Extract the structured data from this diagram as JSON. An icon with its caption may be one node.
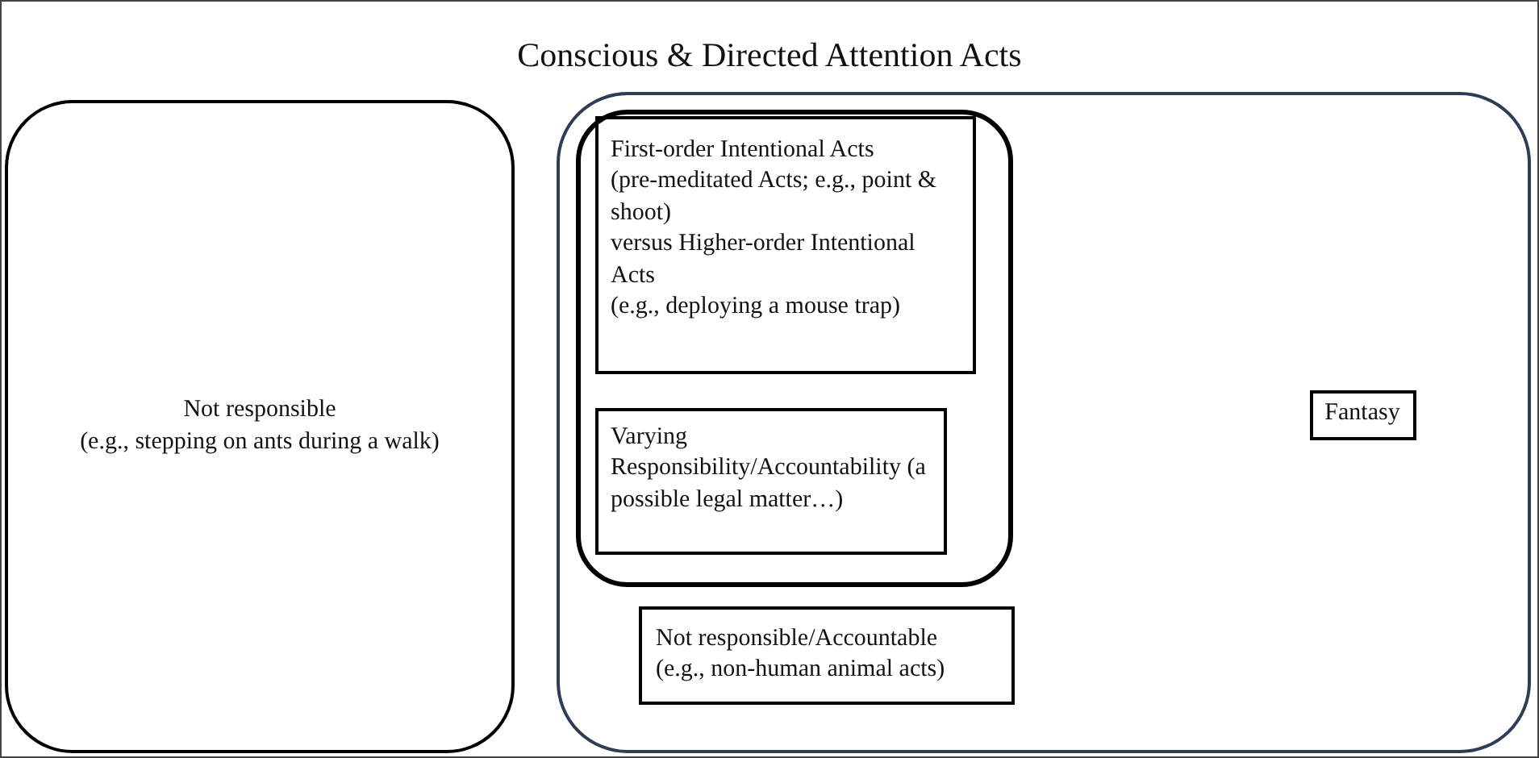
{
  "diagram": {
    "title": "Conscious & Directed Attention Acts",
    "nodes": [
      {
        "text": [
          "Not responsible",
          "(e.g., stepping on ants during a walk)"
        ]
      },
      {
        "text": [],
        "shape": "box"
      },
      {
        "text": [],
        "shape": "box",
        "in": 1
      },
      {
        "text": [
          "First-order Intentional Acts",
          "(pre-meditated Acts; e.g., point & shoot)",
          "versus Higher-order Intentional Acts",
          "(e.g., deploying a mouse trap)"
        ],
        "in": 2
      },
      {
        "text": [
          "Varying",
          "Responsibility/Accountability (a possible legal matter…)"
        ],
        "in": 2
      },
      {
        "text": [
          "Fantasy"
        ],
        "in": 1
      },
      {
        "text": [
          "Not responsible/Accountable",
          "(e.g., non-human animal acts)"
        ],
        "in": 1
      }
    ],
    "edges": []
  }
}
